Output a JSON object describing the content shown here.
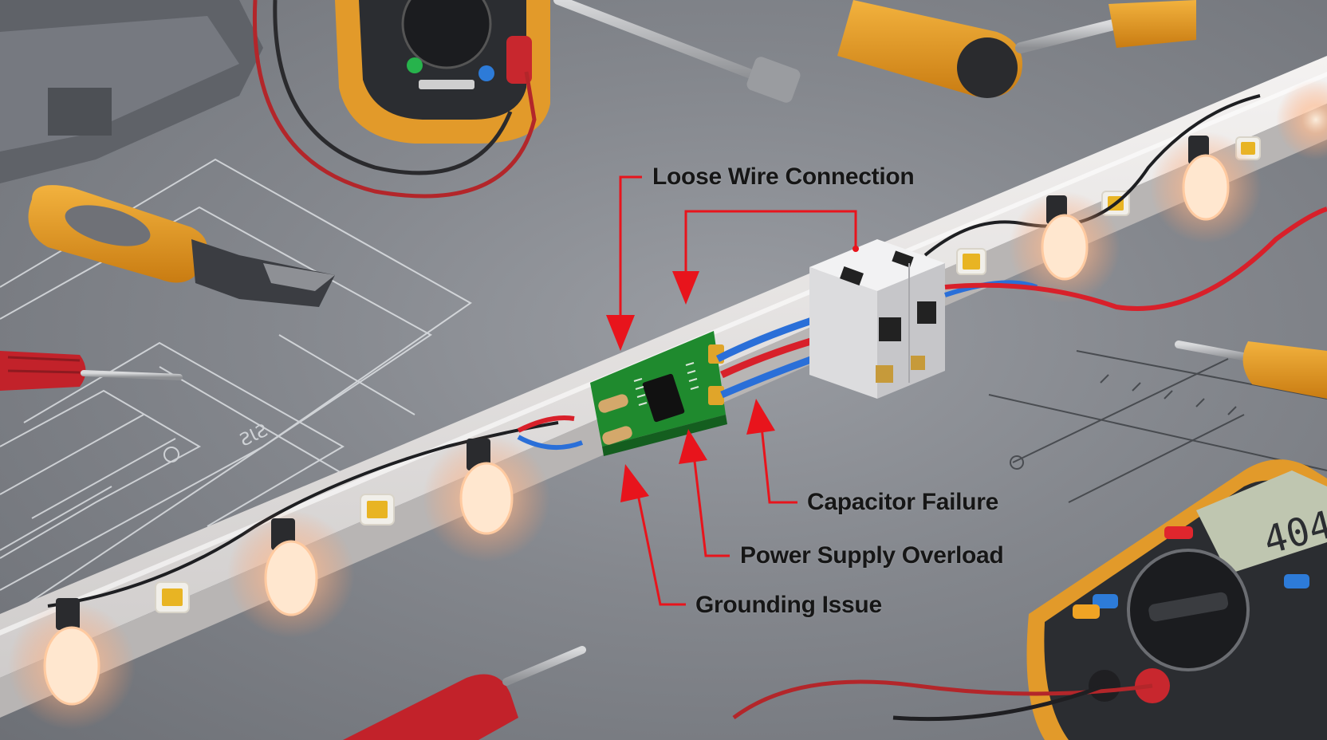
{
  "callouts": {
    "loose_wire": "Loose Wire Connection",
    "capacitor": "Capacitor Failure",
    "power_supply": "Power Supply Overload",
    "grounding": "Grounding Issue"
  },
  "colors": {
    "callout_line": "#e8141c",
    "label_text": "#161616",
    "background": "#84878d",
    "led_strip": "#e9e6e4",
    "led_chip": "#e8b423",
    "bulb_glow": "#ffb88a",
    "pcb": "#1f8a2e",
    "wire_red": "#d8202a",
    "wire_blue": "#2a6fd8",
    "tool_handle": "#e59b25",
    "screwdriver_red": "#c2222a"
  },
  "icons": {
    "multimeter_top": "multimeter-icon",
    "multimeter_bottom": "multimeter-icon",
    "pliers": "pliers-icon",
    "screwdrivers": "screwdriver-icon",
    "connector": "terminal-block-icon",
    "pcb": "circuit-board-icon"
  }
}
